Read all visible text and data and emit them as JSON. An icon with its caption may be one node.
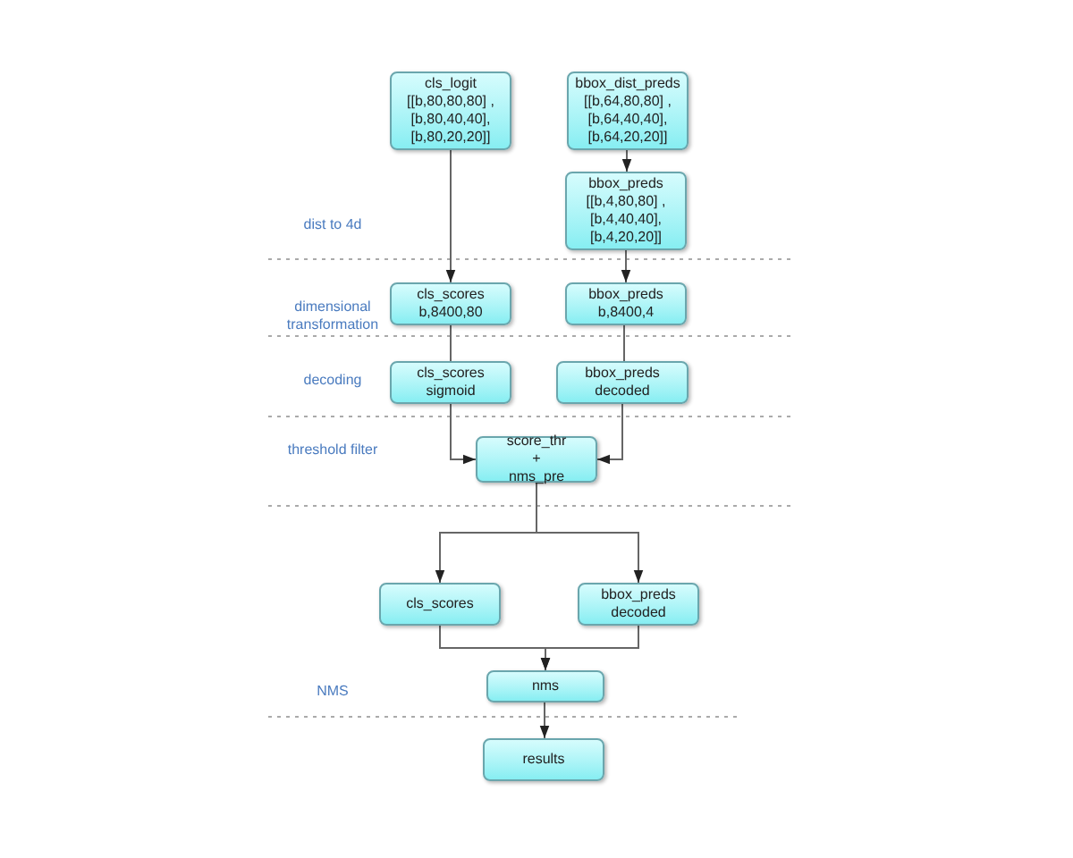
{
  "diagram": {
    "nodes": [
      {
        "text": [
          "cls_logit",
          "[[b,80,80,80] , [b,80,40,40], [b,80,20,20]]"
        ]
      },
      {
        "text": [
          "bbox_dist_preds",
          "[[b,64,80,80] , [b,64,40,40], [b,64,20,20]]"
        ]
      },
      {
        "text": [
          "bbox_preds",
          "[[b,4,80,80] , [b,4,40,40], [b,4,20,20]]"
        ]
      },
      {
        "text": [
          "cls_scores",
          "b,8400,80"
        ]
      },
      {
        "text": [
          "bbox_preds",
          "b,8400,4"
        ]
      },
      {
        "text": [
          "cls_scores",
          "sigmoid"
        ]
      },
      {
        "text": [
          "bbox_preds",
          "decoded"
        ]
      },
      {
        "text": [
          "score_thr",
          "+",
          "nms_pre"
        ]
      },
      {
        "text": [
          "cls_scores"
        ]
      },
      {
        "text": [
          "bbox_preds",
          "decoded"
        ]
      },
      {
        "text": [
          "nms"
        ]
      },
      {
        "text": [
          "results"
        ]
      }
    ],
    "edges": [
      {
        "from": 0,
        "to": 3,
        "arrow": "to"
      },
      {
        "from": 1,
        "to": 2,
        "arrow": "to"
      },
      {
        "from": 2,
        "to": 4,
        "arrow": "to"
      },
      {
        "from": 3,
        "to": 5,
        "arrow": "none"
      },
      {
        "from": 4,
        "to": 6,
        "arrow": "none"
      },
      {
        "from": 5,
        "to": 7,
        "arrow": "to"
      },
      {
        "from": 6,
        "to": 7,
        "arrow": "to"
      },
      {
        "from": 7,
        "to": 8,
        "arrow": "to"
      },
      {
        "from": 7,
        "to": 9,
        "arrow": "to"
      },
      {
        "from": 8,
        "to": 10,
        "arrow": "to"
      },
      {
        "from": 9,
        "to": 10,
        "arrow": "to"
      },
      {
        "from": 10,
        "to": 11,
        "arrow": "to"
      }
    ],
    "labels": [
      "dist to 4d",
      "dimensional transformation",
      "decoding",
      "threshold filter",
      "NMS"
    ]
  }
}
